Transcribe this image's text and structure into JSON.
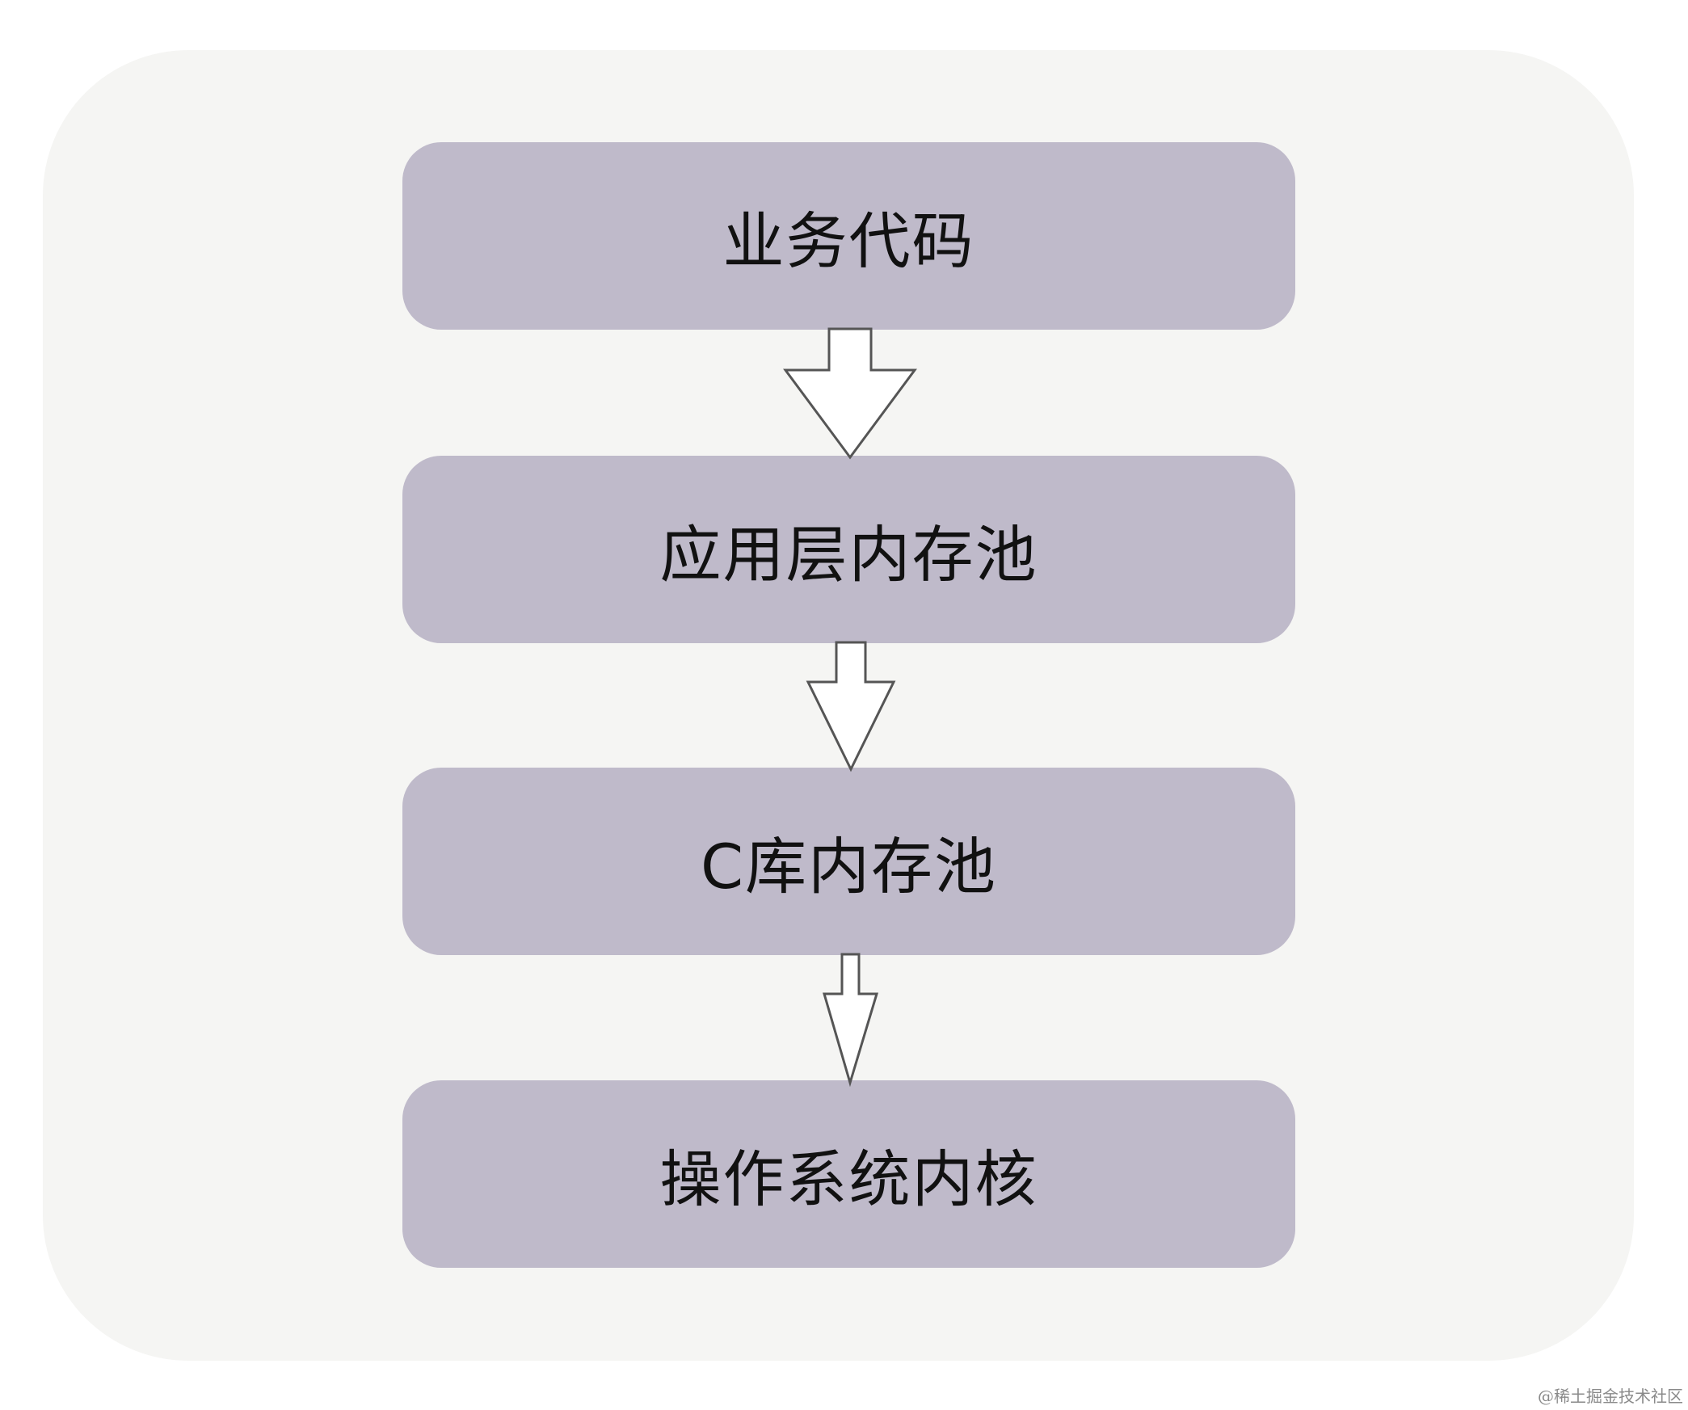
{
  "diagram": {
    "boxes": [
      {
        "label": "业务代码"
      },
      {
        "label": "应用层内存池"
      },
      {
        "label": "C库内存池"
      },
      {
        "label": "操作系统内核"
      }
    ],
    "arrow_direction": "down",
    "colors": {
      "background_panel": "#f5f5f3",
      "box_fill": "#bfbaca",
      "arrow_fill": "#ffffff",
      "arrow_stroke": "#555555",
      "text": "#111111"
    }
  },
  "watermark": "@稀土掘金技术社区"
}
